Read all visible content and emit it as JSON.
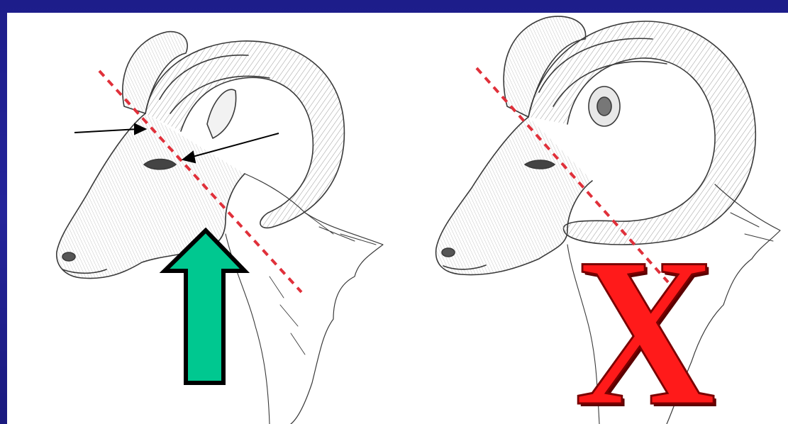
{
  "diagram": {
    "incorrect_mark": "X",
    "colors": {
      "background": "#1f1f8f",
      "dashed_line": "#e0303a",
      "up_arrow_fill": "#00c890",
      "x_mark": "#ff1a1a",
      "sketch": "#3a3a3a"
    },
    "left_ram": {
      "description": "correct-example"
    },
    "right_ram": {
      "description": "incorrect-example"
    }
  }
}
